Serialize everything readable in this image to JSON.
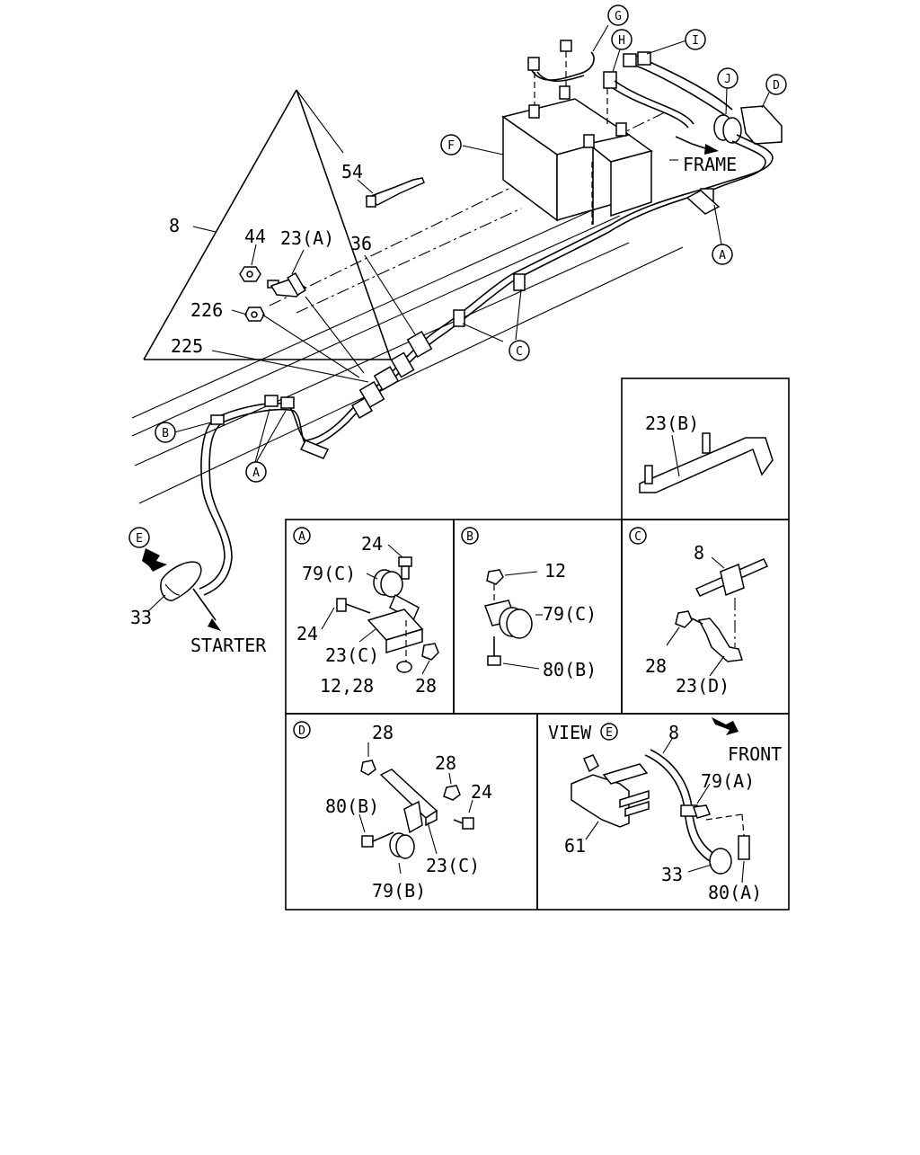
{
  "labels": {
    "l8": "8",
    "l54": "54",
    "l44": "44",
    "l23a": "23(A)",
    "l36": "36",
    "l226": "226",
    "l225": "225",
    "lF": "F",
    "lG": "G",
    "lH": "H",
    "lI": "I",
    "lJ": "J",
    "lD": "D",
    "frame": "FRAME",
    "lA1": "A",
    "lC1": "C",
    "lB1": "B",
    "lA2": "A",
    "lE1": "E",
    "l33": "33",
    "starter": "STARTER"
  },
  "panel_23b": {
    "label": "23(B)"
  },
  "panel_A": {
    "tag": "A",
    "p24a": "24",
    "p79c": "79(C)",
    "p24b": "24",
    "p23c": "23(C)",
    "p1228": "12,28",
    "p28": "28"
  },
  "panel_B": {
    "tag": "B",
    "p12": "12",
    "p79c": "79(C)",
    "p80b": "80(B)"
  },
  "panel_C": {
    "tag": "C",
    "p8": "8",
    "p28": "28",
    "p23d": "23(D)"
  },
  "panel_D": {
    "tag": "D",
    "p28a": "28",
    "p28b": "28",
    "p24": "24",
    "p80b": "80(B)",
    "p23c": "23(C)",
    "p79b": "79(B)"
  },
  "panel_E": {
    "view": "VIEW",
    "tag": "E",
    "p8": "8",
    "front": "FRONT",
    "p79a": "79(A)",
    "p61": "61",
    "p33": "33",
    "p80a": "80(A)"
  }
}
